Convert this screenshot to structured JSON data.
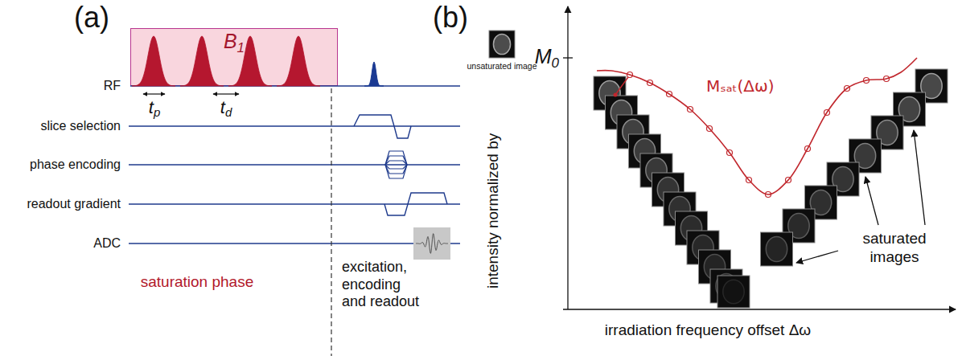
{
  "diagram": {
    "nodes": [
      {
        "text": [
          "B1"
        ]
      }
    ],
    "labels": [
      "(a)",
      "(b)",
      "RF",
      "slice selection",
      "phase encoding",
      "readout gradient",
      "ADC",
      "tp",
      "td",
      "saturation phase",
      "excitation, encoding and readout",
      "M0",
      "unsaturated image",
      "Mₛₐₜ(Δω)",
      "intensity normalized by",
      "saturated images",
      "irradiation frequency offset Δω"
    ]
  }
}
